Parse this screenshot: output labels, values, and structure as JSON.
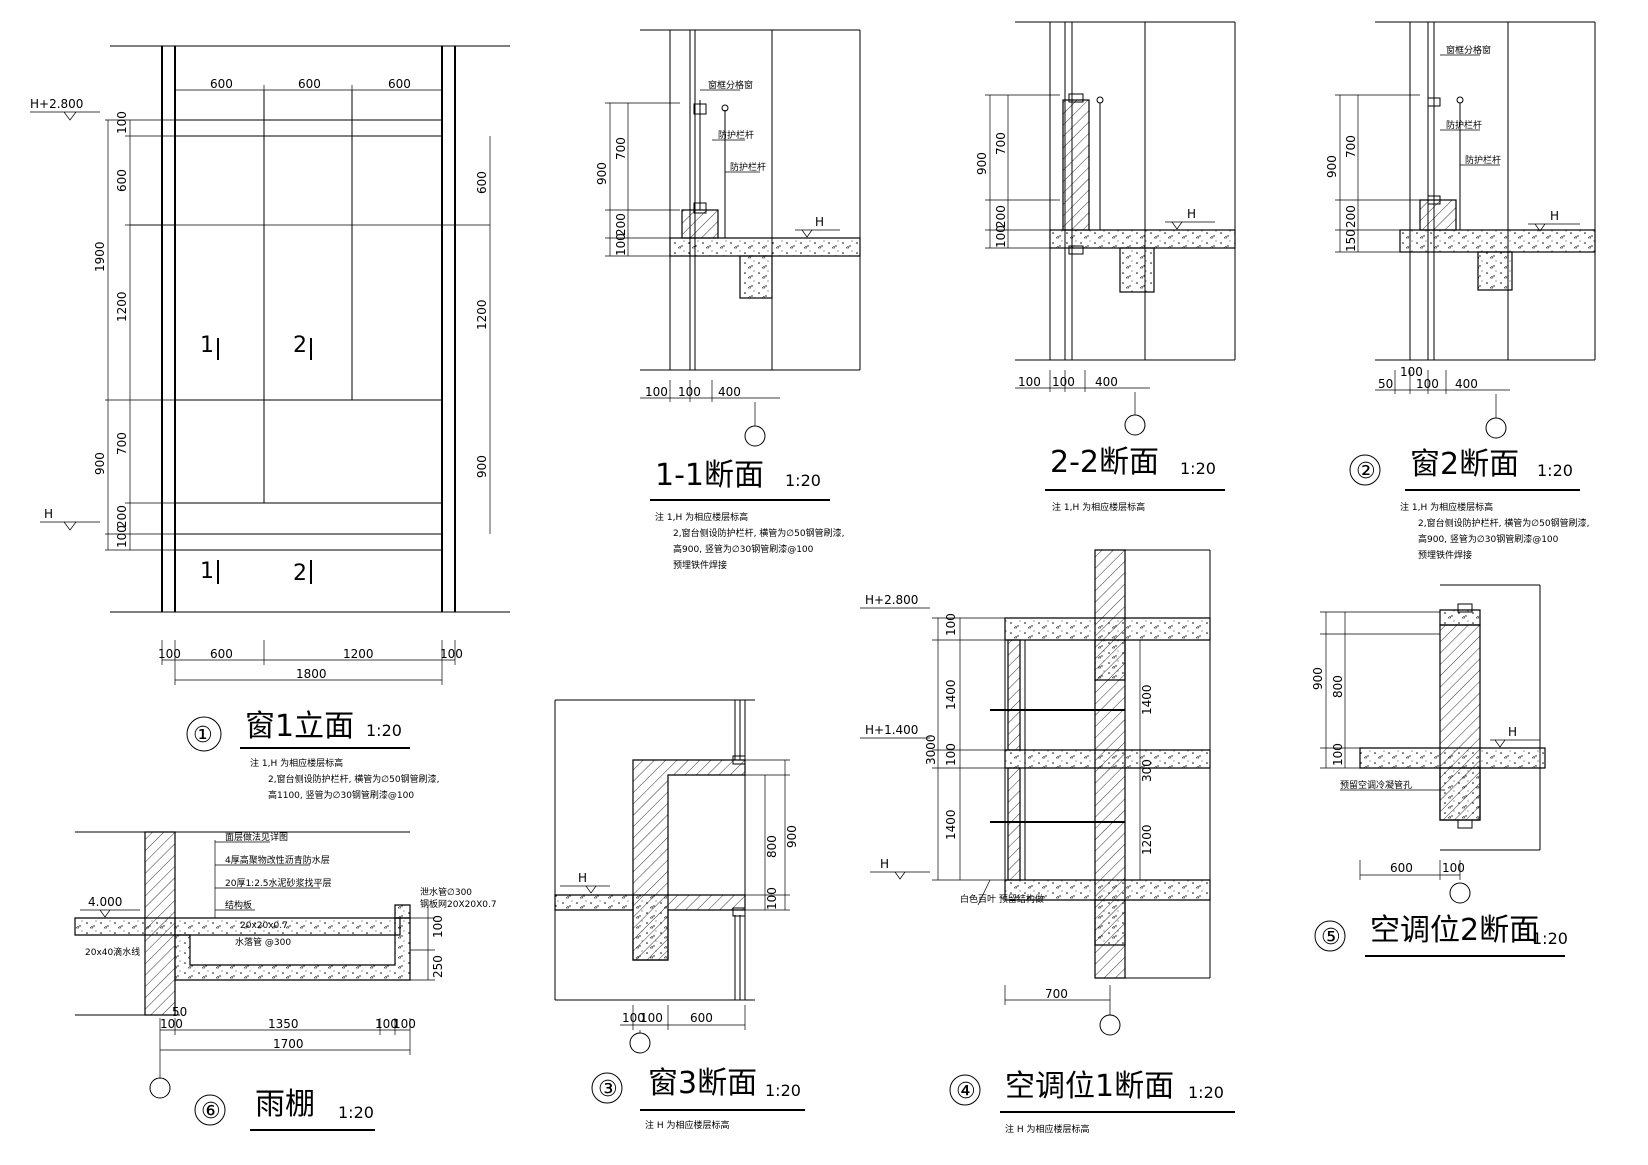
{
  "drawing_elements": {
    "d1": {
      "number": "①",
      "title": "窗1立面",
      "scale": "1:20",
      "note1": "注 1,H 为相应楼层标高",
      "note2": "2,窗台侧设防护栏杆, 横管为∅50钢管刷漆,",
      "note3": "高1100, 竖管为∅30钢管刷漆@100",
      "elev_top": "H+2.800",
      "elev_bottom": "H",
      "dims_top": [
        "600",
        "600",
        "600"
      ],
      "dims_left": [
        "100",
        "600",
        "1200",
        "1900",
        "700",
        "900",
        "200",
        "100"
      ],
      "dims_right": [
        "600",
        "1200",
        "900"
      ],
      "dims_bottom": [
        "100",
        "600",
        "1200",
        "100"
      ],
      "dim_total": "1800",
      "labels": [
        "1",
        "2",
        "1",
        "2"
      ]
    },
    "s11": {
      "title": "1-1断面",
      "scale": "1:20",
      "note1": "注 1,H 为相应楼层标高",
      "note2": "2,窗台侧设防护栏杆, 横管为∅50钢管刷漆,",
      "note3": "高900, 竖管为∅30钢管刷漆@100",
      "note4": "预埋铁件焊接",
      "dims_left": [
        "900",
        "700",
        "200",
        "100"
      ],
      "dims_bottom": [
        "100",
        "100",
        "400"
      ],
      "elev": "H",
      "labels": [
        "窗框分格窗",
        "防护栏杆",
        "防护栏杆"
      ]
    },
    "s22": {
      "title": "2-2断面",
      "scale": "1:20",
      "note1": "注 1,H 为相应楼层标高",
      "dims_left": [
        "900",
        "700",
        "200",
        "100"
      ],
      "dims_bottom": [
        "100",
        "100",
        "400"
      ],
      "elev": "H"
    },
    "d2": {
      "number": "②",
      "title": "窗2断面",
      "scale": "1:20",
      "note1": "注 1,H 为相应楼层标高",
      "note2": "2,窗台侧设防护栏杆, 横管为∅50钢管刷漆,",
      "note3": "高900, 竖管为∅30钢管刷漆@100",
      "note4": "预埋铁件焊接",
      "dims_left": [
        "900",
        "700",
        "200",
        "150"
      ],
      "dims_bottom": [
        "50",
        "100",
        "100",
        "400"
      ],
      "elev": "H",
      "labels": [
        "窗框分格窗",
        "防护栏杆",
        "防护栏杆"
      ]
    },
    "d3": {
      "number": "③",
      "title": "窗3断面",
      "scale": "1:20",
      "note1": "注  H 为相应楼层标高",
      "dims_right": [
        "800",
        "900",
        "100"
      ],
      "dims_bottom": [
        "100",
        "100",
        "600"
      ],
      "elev": "H"
    },
    "d4": {
      "number": "④",
      "title": "空调位1断面",
      "scale": "1:20",
      "note1": "注  H 为相应楼层标高",
      "elev_top": "H+2.800",
      "elev_mid": "H+1.400",
      "elev_bottom": "H",
      "dims_left": [
        "100",
        "1400",
        "100",
        "1400",
        "3000"
      ],
      "dims_right": [
        "1400",
        "300",
        "1200"
      ],
      "dims_bottom": [
        "700"
      ],
      "label": "白色百叶 预留结构做"
    },
    "d5": {
      "number": "⑤",
      "title": "空调位2断面",
      "scale": "1:20",
      "dims_left": [
        "900",
        "800",
        "100"
      ],
      "dims_bottom": [
        "600",
        "100"
      ],
      "elev": "H",
      "label": "预留空调冷凝管孔"
    },
    "d6": {
      "number": "⑥",
      "title": "雨棚",
      "scale": "1:20",
      "elev": "4.000",
      "dims_bottom": [
        "100",
        "1350",
        "100",
        "100",
        "1700",
        "50"
      ],
      "dims_right": [
        "100",
        "250"
      ],
      "labels": [
        "面层做法见详图",
        "4厚高聚物改性沥青防水层",
        "20厚1:2.5水泥砂浆找平层",
        "结构板",
        "20x40滴水线",
        "20x20x0.7",
        "水落管 @300",
        "泄水管∅300",
        "钢板网20X20X0.7"
      ]
    }
  }
}
